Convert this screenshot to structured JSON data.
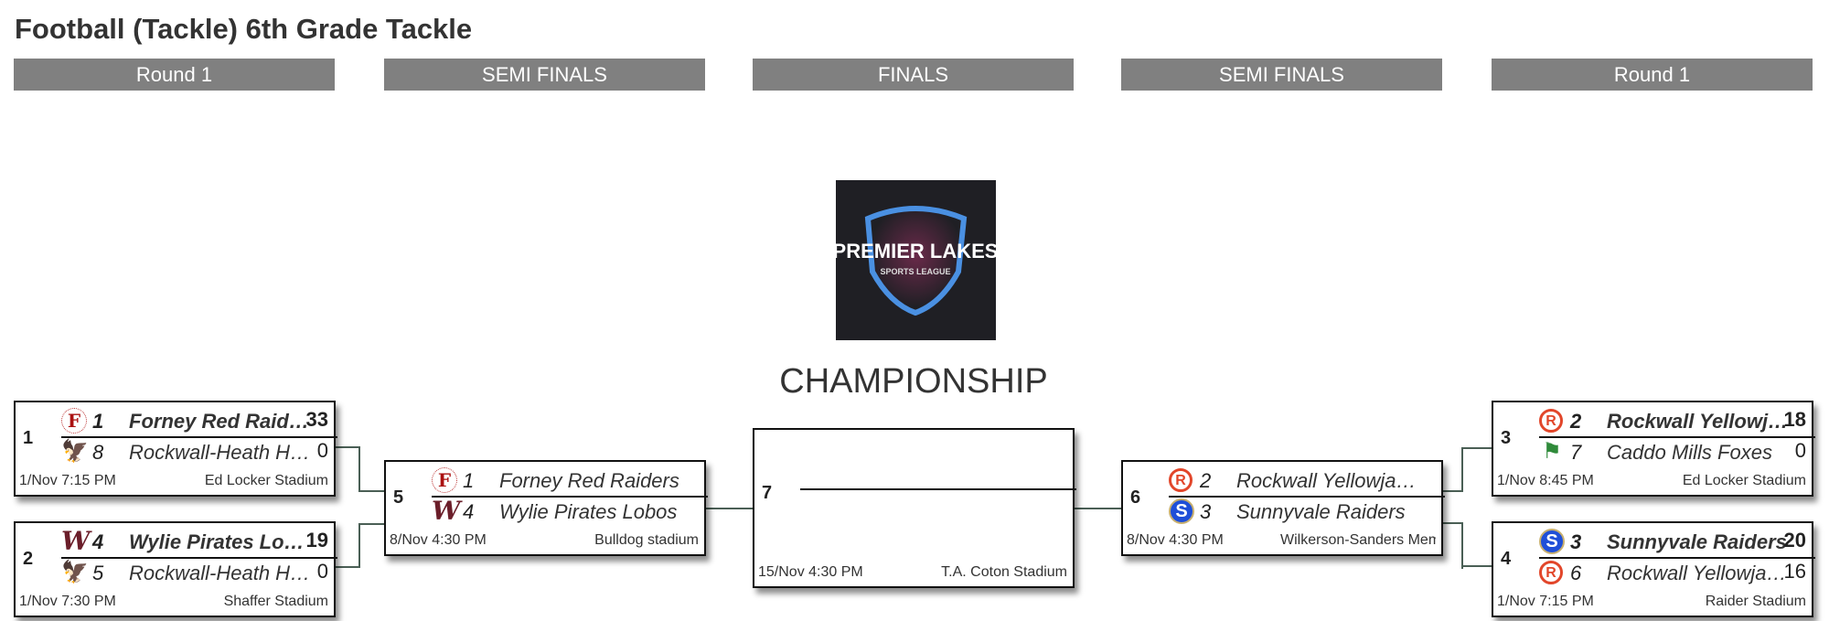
{
  "title": "Football (Tackle) 6th Grade Tackle",
  "headers": [
    "Round 1",
    "SEMI FINALS",
    "FINALS",
    "SEMI FINALS",
    "Round 1"
  ],
  "logo": {
    "text": "PREMIER LAKES",
    "subtext": "SPORTS LEAGUE"
  },
  "championship_label": "CHAMPIONSHIP",
  "matches": [
    {
      "no": "1",
      "date": "1/Nov 7:15 PM",
      "venue": "Ed Locker Stadium",
      "teams": [
        {
          "icon": "forney-logo-icon",
          "seed": "1",
          "name": "Forney Red Raiders",
          "score": "33",
          "winner": true
        },
        {
          "icon": "hawks-logo-icon",
          "seed": "8",
          "name": "Rockwall-Heath Hawks",
          "score": "0",
          "winner": false
        }
      ]
    },
    {
      "no": "2",
      "date": "1/Nov 7:30 PM",
      "venue": "Shaffer Stadium",
      "teams": [
        {
          "icon": "wylie-logo-icon",
          "seed": "4",
          "name": "Wylie Pirates Lobos",
          "score": "19",
          "winner": true
        },
        {
          "icon": "hawks-logo-icon",
          "seed": "5",
          "name": "Rockwall-Heath Hawks",
          "score": "0",
          "winner": false
        }
      ]
    },
    {
      "no": "5",
      "date": "8/Nov 4:30 PM",
      "venue": "Bulldog stadium",
      "teams": [
        {
          "icon": "forney-logo-icon",
          "seed": "1",
          "name": "Forney Red Raiders",
          "score": "",
          "winner": false
        },
        {
          "icon": "wylie-logo-icon",
          "seed": "4",
          "name": "Wylie Pirates Lobos",
          "score": "",
          "winner": false
        }
      ]
    },
    {
      "no": "6",
      "date": "8/Nov 4:30 PM",
      "venue": "Wilkerson-Sanders Memorial Stadium",
      "teams": [
        {
          "icon": "rockwall-logo-icon",
          "seed": "2",
          "name": "Rockwall Yellowjackets",
          "score": "",
          "winner": false
        },
        {
          "icon": "sunnyvale-logo-icon",
          "seed": "3",
          "name": "Sunnyvale Raiders",
          "score": "",
          "winner": false
        }
      ]
    },
    {
      "no": "3",
      "date": "1/Nov 8:45 PM",
      "venue": "Ed Locker Stadium",
      "teams": [
        {
          "icon": "rockwall-logo-icon",
          "seed": "2",
          "name": "Rockwall Yellowjackets",
          "score": "18",
          "winner": true
        },
        {
          "icon": "caddo-mills-logo-icon",
          "seed": "7",
          "name": "Caddo Mills Foxes",
          "score": "0",
          "winner": false
        }
      ]
    },
    {
      "no": "4",
      "date": "1/Nov 7:15 PM",
      "venue": "Raider Stadium",
      "teams": [
        {
          "icon": "sunnyvale-logo-icon",
          "seed": "3",
          "name": "Sunnyvale Raiders",
          "score": "20",
          "winner": true
        },
        {
          "icon": "rockwall-logo-icon",
          "seed": "6",
          "name": "Rockwall Yellowjackets",
          "score": "16",
          "winner": false
        }
      ]
    }
  ],
  "final": {
    "no": "7",
    "date": "15/Nov 4:30 PM",
    "venue": "T.A. Coton Stadium"
  }
}
